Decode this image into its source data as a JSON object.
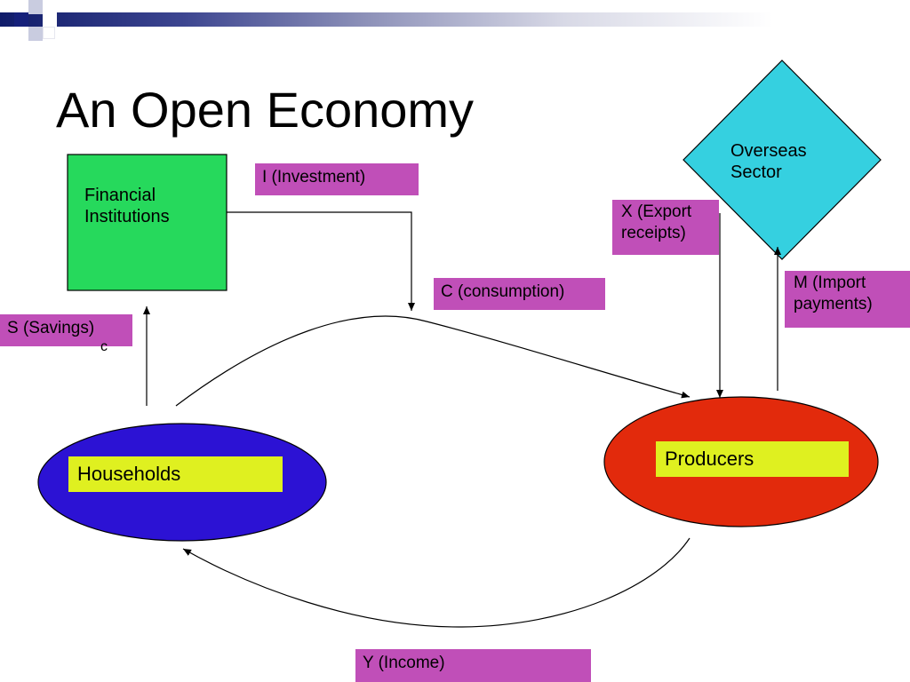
{
  "slide": {
    "title": "An Open Economy"
  },
  "nodes": {
    "financial_institutions": {
      "line1": "Financial",
      "line2": "Institutions"
    },
    "overseas_sector": {
      "line1": "Overseas",
      "line2": "Sector"
    },
    "households": {
      "label": "Households"
    },
    "producers": {
      "label": "Producers"
    }
  },
  "flows": {
    "investment": "I (Investment)",
    "export": {
      "line1": "X (Export",
      "line2": "receipts)"
    },
    "consumption": "C (consumption)",
    "import": {
      "line1": "M (Import",
      "line2": "payments)"
    },
    "savings": "S (Savings)",
    "income": "Y (Income)"
  },
  "stray_marks": {
    "c_mark": "c"
  },
  "colors": {
    "financial_box": "#26d95c",
    "overseas_diamond": "#35d0e0",
    "households_ellipse": "#2c12d4",
    "producers_ellipse": "#e22a0c",
    "flow_tag": "#c04fb8",
    "label_box": "#dff020",
    "header_dark": "#101c6a"
  }
}
